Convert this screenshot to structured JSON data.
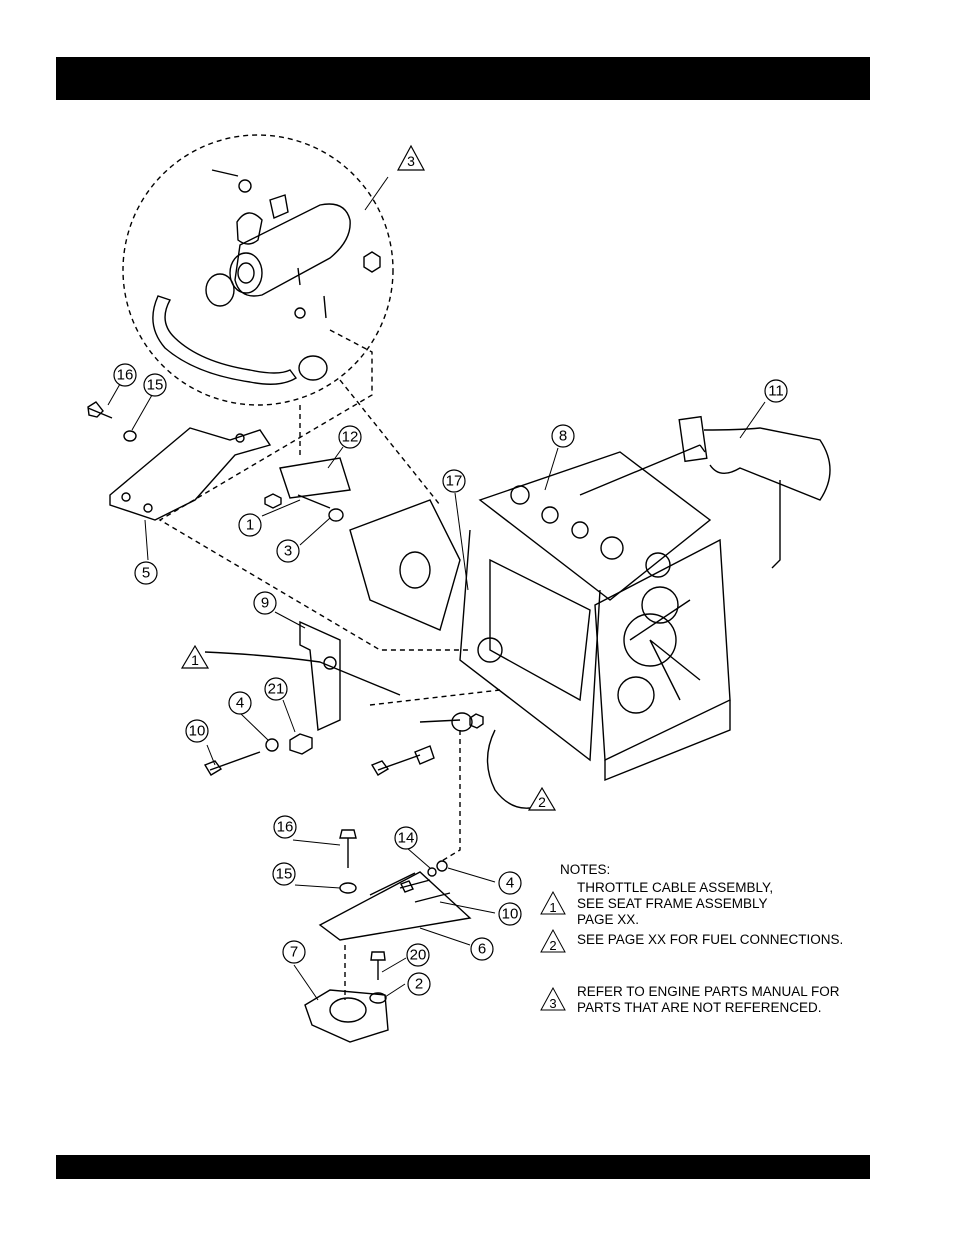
{
  "header": {
    "title": ""
  },
  "footer": {
    "text": ""
  },
  "callouts": [
    "16",
    "15",
    "5",
    "12",
    "1",
    "3",
    "9",
    "1",
    "4",
    "21",
    "10",
    "8",
    "17",
    "11",
    "3",
    "2",
    "14",
    "16",
    "15",
    "4",
    "10",
    "6",
    "7",
    "20",
    "2"
  ],
  "notes": {
    "title": "NOTES:",
    "items": [
      {
        "marker": "1",
        "lines": [
          "THROTTLE CABLE ASSEMBLY,",
          "SEE SEAT FRAME ASSEMBLY",
          "PAGE XX."
        ]
      },
      {
        "marker": "2",
        "lines": [
          "SEE PAGE XX FOR FUEL CONNECTIONS."
        ]
      },
      {
        "marker": "3",
        "lines": [
          "REFER TO ENGINE PARTS MANUAL FOR",
          "PARTS THAT ARE NOT REFERENCED."
        ]
      }
    ]
  },
  "markers": {
    "throttle_cable": "1",
    "fuel_line": "2",
    "detail_view": "3"
  }
}
